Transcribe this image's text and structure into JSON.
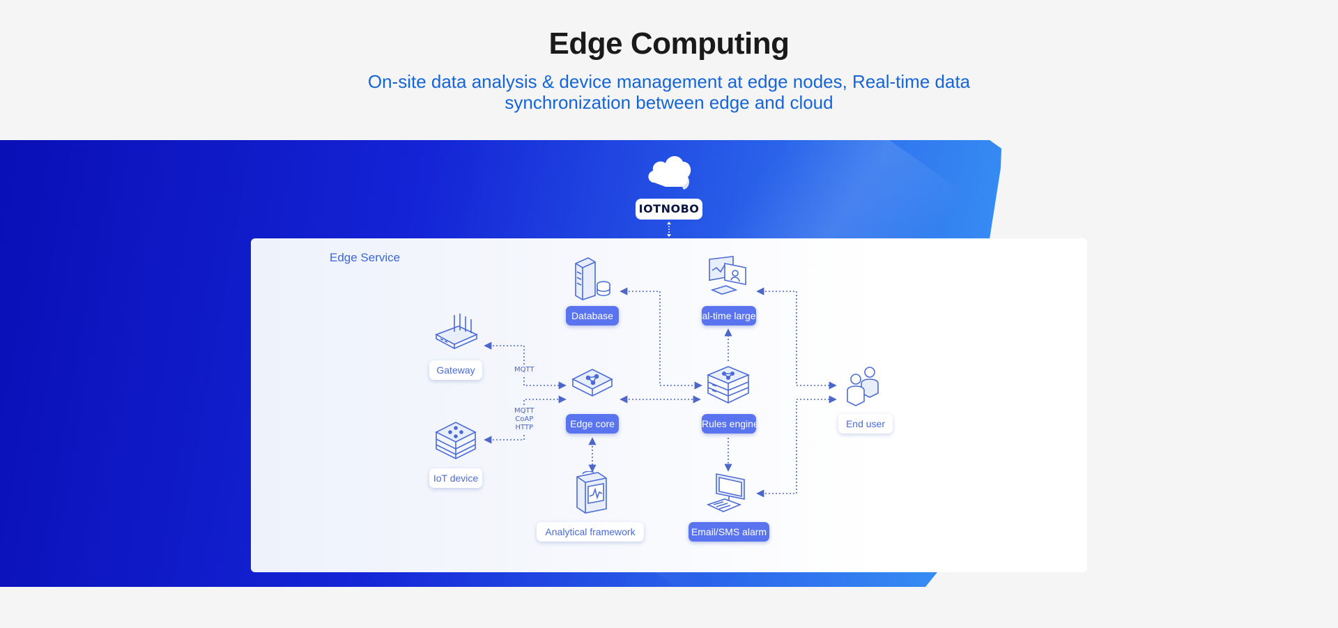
{
  "header": {
    "title": "Edge Computing",
    "subtitle": "On-site data analysis & device management at edge nodes, Real-time data synchronization between edge and cloud"
  },
  "cloud": {
    "brand": "IOTNOBO"
  },
  "edge_service": {
    "label": "Edge Service",
    "nodes": {
      "database": "Database",
      "realtime": "al-time large",
      "gateway": "Gateway",
      "edge_core": "Edge core",
      "rules_engine": "Rules engine",
      "end_user": "End user",
      "iot_device": "IoT device",
      "analytical": "Analytical framework",
      "alarm": "Email/SMS alarm"
    },
    "protocols": {
      "gateway_link": "MQTT",
      "device_link_1": "MQTT",
      "device_link_2": "CoAP",
      "device_link_3": "HTTP"
    }
  },
  "colors": {
    "accent": "#1565d8",
    "node_blue": "#5a74f0",
    "panel_blue_dark": "#0a0fb6",
    "panel_blue_light": "#3a97f6",
    "line": "#4d66c9"
  }
}
